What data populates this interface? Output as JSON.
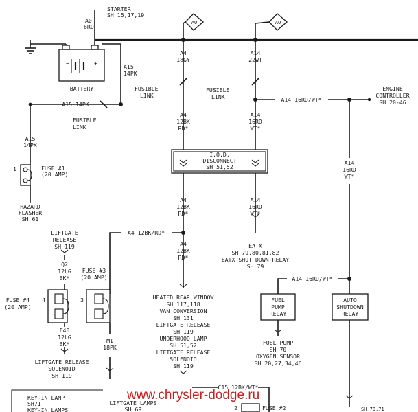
{
  "starter": {
    "l1": "STARTER",
    "l2": "SH 15,17,19",
    "wire1": "A0",
    "wire2": "6RD"
  },
  "battery": {
    "label": "BATTERY",
    "minus": "−",
    "plus": "+"
  },
  "a15_vert": {
    "l1": "A15",
    "l2": "14PK"
  },
  "a15_horiz": "A15 14PK",
  "fusible_left": {
    "l1": "FUSIBLE",
    "l2": "LINK"
  },
  "a15_fuse": {
    "l1": "A15",
    "l2": "14PK"
  },
  "fuse1": {
    "pin": "1",
    "l1": "FUSE #1",
    "l2": "(20 AMP)"
  },
  "hazard": {
    "l1": "HAZARD",
    "l2": "FLASHER",
    "l3": "SH 61"
  },
  "ao_tag": "AO",
  "a4_top": {
    "l1": "A4",
    "l2": "18GY"
  },
  "a14_top": {
    "l1": "A14",
    "l2": "22WT"
  },
  "fusible_a4": {
    "l1": "FUSIBLE",
    "l2": "LINK"
  },
  "fusible_a14": {
    "l1": "FUSIBLE",
    "l2": "LINK"
  },
  "a14_to_ecm": "A14 16RD/WT*",
  "engine_controller": {
    "l1": "ENGINE",
    "l2": "CONTROLLER",
    "l3": "SH 20-46"
  },
  "a4_mid": {
    "l1": "A4",
    "l2": "12BK",
    "l3": "RD*"
  },
  "a14_mid": {
    "l1": "A14",
    "l2": "16RD",
    "l3": "WT*"
  },
  "iod": {
    "l1": "I.O.D.",
    "l2": "DISCONNECT",
    "l3": "SH 51,52"
  },
  "a14_right": {
    "l1": "A14",
    "l2": "16RD",
    "l3": "WT*"
  },
  "a4_low": {
    "l1": "A4",
    "l2": "12BK",
    "l3": "RD*"
  },
  "a14_low": {
    "l1": "A14",
    "l2": "16RD",
    "l3": "WT*"
  },
  "eatx": {
    "l1": "EATX",
    "l2": "SH 79,80,81,82",
    "l3": "EATX SHUT DOWN RELAY",
    "l4": "SH 79"
  },
  "a4_branch": "A4 12BK/RD*",
  "a4_bottom": {
    "l1": "A4",
    "l2": "12BK",
    "l3": "RD*"
  },
  "liftgate_top": {
    "l1": "LIFTGATE",
    "l2": "RELEASE",
    "l3": "SH 119"
  },
  "q2": {
    "l1": "Q2",
    "l2": "12LG",
    "l3": "BK*"
  },
  "fuse3": {
    "l1": "FUSE #3",
    "l2": "(20 AMP)",
    "pin": "3"
  },
  "fuse4": {
    "l1": "FUSE #4",
    "l2": "(20 AMP)",
    "pin": "4"
  },
  "f40": {
    "l1": "F40",
    "l2": "12LG",
    "l3": "BK*"
  },
  "m1": {
    "l1": "M1",
    "l2": "18PK"
  },
  "liftgate_solenoid": {
    "l1": "LIFTGATE RELEASE",
    "l2": "SOLENOID",
    "l3": "SH 119"
  },
  "loads": {
    "l1": "HEATED REAR WINDOW",
    "l2": "SH 117,118",
    "l3": "VAN CONVERSION",
    "l4": "SH 131",
    "l5": "LIFTGATE RELEASE",
    "l6": "SH 119",
    "l7": "UNDERHOOD LAMP",
    "l8": "SH 51,52",
    "l9": "LIFTGATE RELEASE",
    "l10": "SOLENOID",
    "l11": "SH 119"
  },
  "a14_relay": "A14 16RD/WT*",
  "fuel_relay": {
    "l1": "FUEL",
    "l2": "PUMP",
    "l3": "RELAY"
  },
  "auto_relay": {
    "l1": "AUTO",
    "l2": "SHUTDOWN",
    "l3": "RELAY"
  },
  "fuel_pump": {
    "l1": "FUEL PUMP",
    "l2": "SH 70",
    "l3": "OXYGEN SENSOR",
    "l4": "SH 20,27,34,46"
  },
  "c15": "C15 12BK/WT*",
  "keyin": {
    "l1": "KEY-IN LAMP",
    "l2": "SH71",
    "l3": "KEY-IN LAMPS"
  },
  "liftgate_lamps": {
    "l1": "LIFTGATE LAMPS",
    "l2": "SH 69"
  },
  "fuse2": {
    "pin": "2",
    "label": "FUSE #2"
  },
  "watermark": "www.chrysler-dodge.ru",
  "edge_right": "SH 70.71"
}
